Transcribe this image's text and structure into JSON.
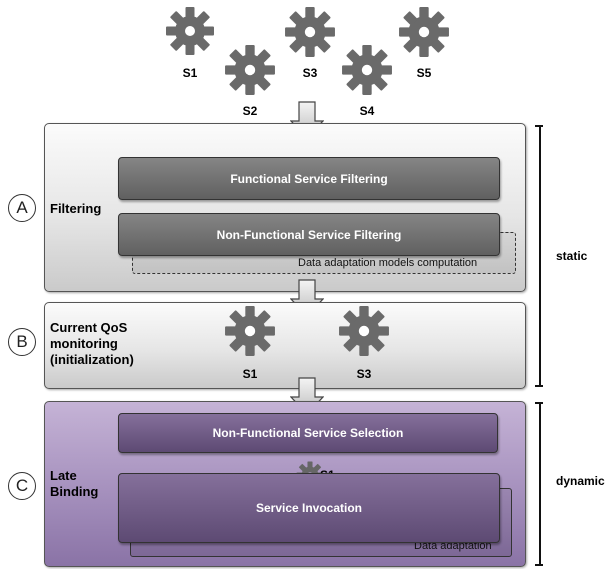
{
  "top_services": [
    {
      "label": "S1"
    },
    {
      "label": "S2"
    },
    {
      "label": "S3"
    },
    {
      "label": "S4"
    },
    {
      "label": "S5"
    }
  ],
  "stages": {
    "a": {
      "letter": "A",
      "title": "Filtering",
      "box1": "Functional Service Filtering",
      "box2": "Non-Functional Service Filtering",
      "back_label": "Data adaptation models computation"
    },
    "b": {
      "letter": "B",
      "title": "Current QoS monitoring (initialization)",
      "gears": [
        {
          "label": "S1"
        },
        {
          "label": "S3"
        }
      ]
    },
    "c": {
      "letter": "C",
      "title": "Late Binding",
      "box1": "Non-Functional Service Selection",
      "gear_label": "S1",
      "box2": "Service Invocation",
      "back_label": "Data adaptation"
    }
  },
  "phases": {
    "static": "static",
    "dynamic": "dynamic"
  },
  "colors": {
    "gear": "#666666",
    "grey_box": "#6e6e6e",
    "purple_panel": "#a994c0",
    "purple_box": "#6b5782"
  }
}
